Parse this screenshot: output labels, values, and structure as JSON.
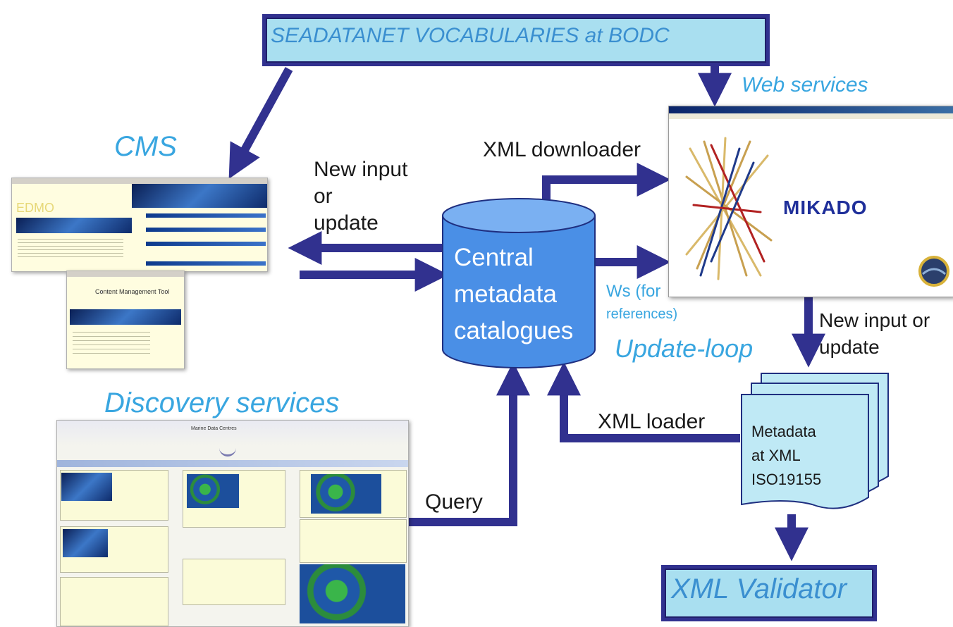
{
  "title_box": {
    "label": "SEADATANET VOCABULARIES at BODC"
  },
  "labels": {
    "cms": "CMS",
    "web_services": "Web services",
    "xml_downloader": "XML downloader",
    "new_input_or_update_left": [
      "New input",
      "or",
      "update"
    ],
    "ws_for_references": [
      "Ws (for",
      "references)"
    ],
    "update_loop": "Update-loop",
    "new_input_or_update_right": [
      "New input or",
      "update"
    ],
    "discovery_services": "Discovery services",
    "xml_loader": "XML loader",
    "query": "Query"
  },
  "database": {
    "lines": [
      "Central",
      "metadata",
      "catalogues"
    ]
  },
  "mikado": {
    "label": "MIKADO"
  },
  "documents": {
    "lines": [
      "Metadata",
      "at XML",
      "ISO19155"
    ]
  },
  "validator": {
    "label": "XML Validator"
  },
  "colors": {
    "arrow": "#31318f",
    "box_fill": "#a9dff0",
    "cylinder_fill": "#4a8fe6",
    "doc_fill": "#bfe9f5",
    "label_blue": "#39a6e0"
  }
}
